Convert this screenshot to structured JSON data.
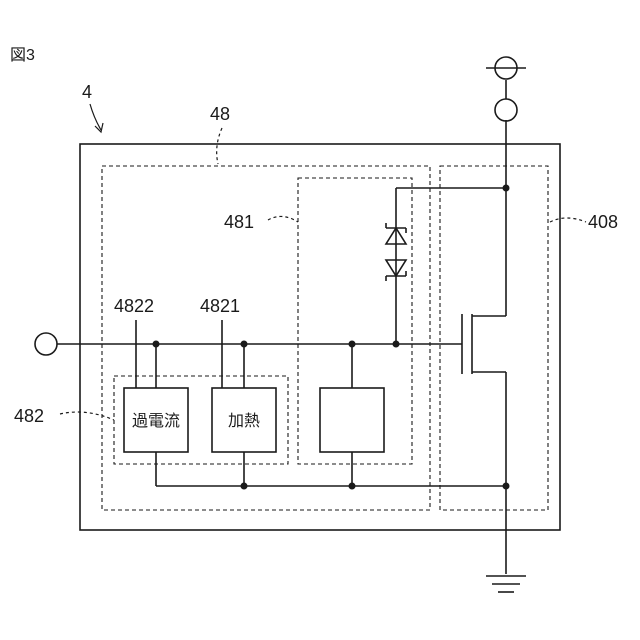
{
  "figure": {
    "label": "図3"
  },
  "labels": {
    "device": "4",
    "control_block": "48",
    "protection_block": "481",
    "detect_block": "482",
    "switch_block": "408",
    "overcurrent_ref": "4822",
    "heat_ref": "4821"
  },
  "blocks": {
    "overcurrent": "過電流",
    "heat": "加熱"
  }
}
